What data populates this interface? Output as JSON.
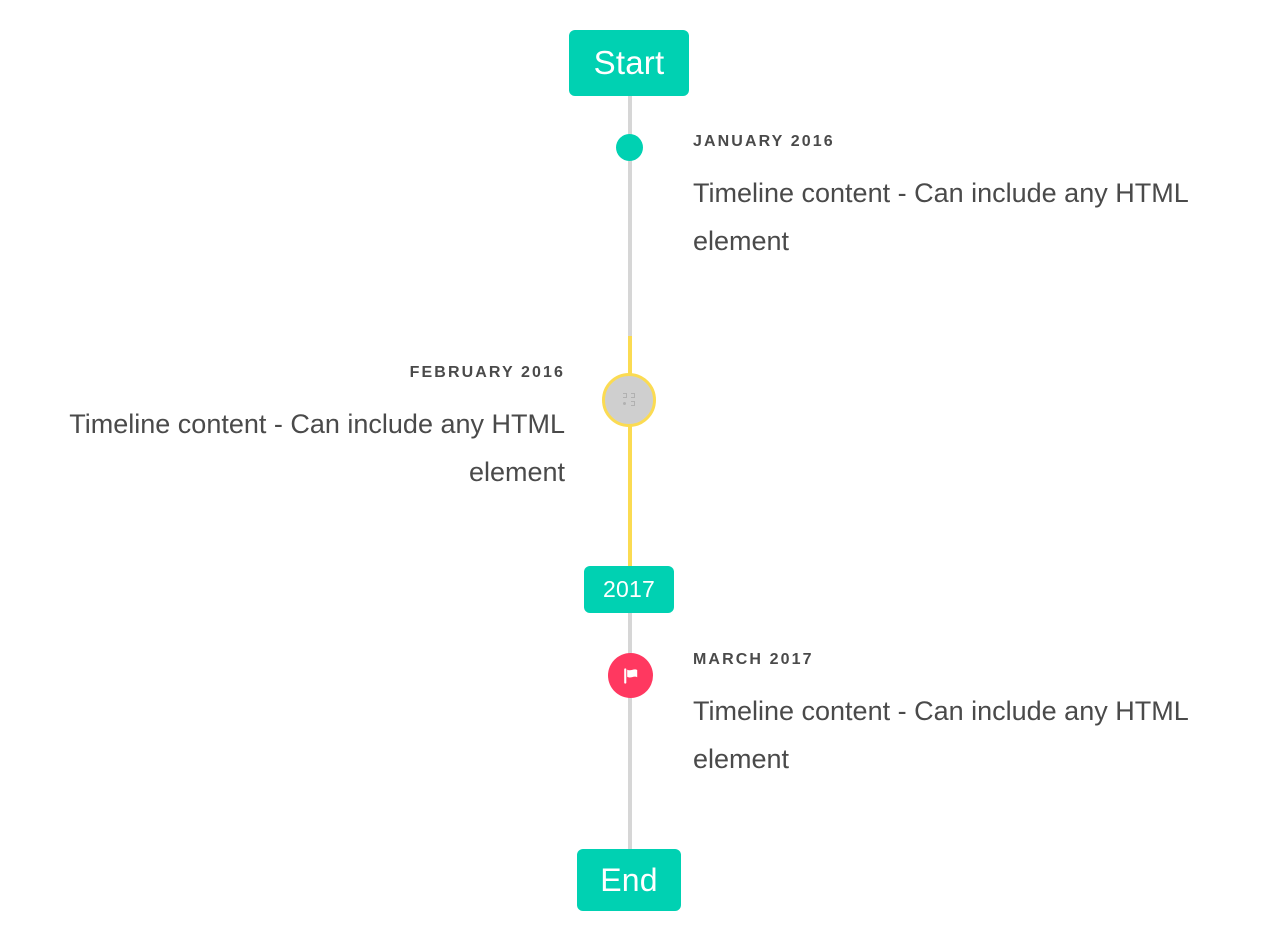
{
  "timeline": {
    "start_label": "Start",
    "mid_label": "2017",
    "end_label": "End",
    "colors": {
      "accent_teal": "#00D1B2",
      "accent_yellow": "#FBDB52",
      "accent_pink": "#FF3860",
      "rail_gray": "#D6D6D6",
      "marker_gray": "#CFCFCF",
      "text": "#4A4A4A",
      "background": "#FFFFFF"
    },
    "entries": [
      {
        "date": "JANUARY 2016",
        "body": "Timeline content - Can include any HTML element",
        "side": "right",
        "marker": "dot-icon",
        "marker_color": "#00D1B2"
      },
      {
        "date": "FEBRUARY 2016",
        "body": "Timeline content - Can include any HTML element",
        "side": "left",
        "marker": "broken-image-icon",
        "marker_color": "#CFCFCF",
        "marker_ring_color": "#FBDB52"
      },
      {
        "date": "MARCH 2017",
        "body": "Timeline content - Can include any HTML element",
        "side": "right",
        "marker": "flag-icon",
        "marker_color": "#FF3860"
      }
    ]
  }
}
